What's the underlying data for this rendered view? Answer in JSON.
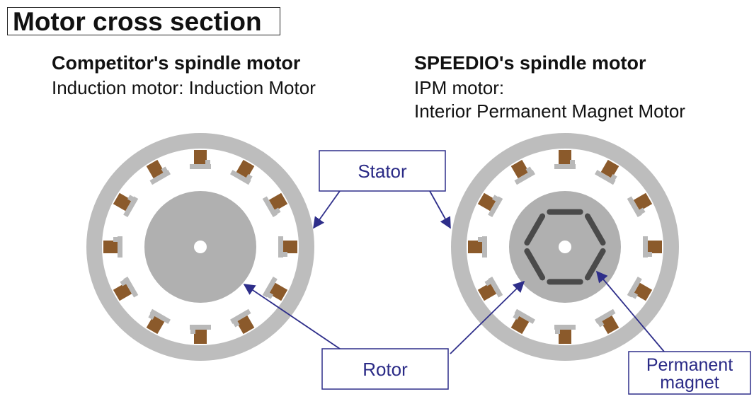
{
  "title": "Motor cross section",
  "left": {
    "heading": "Competitor's spindle motor",
    "line1": "Induction motor: Induction Motor"
  },
  "right": {
    "heading": "SPEEDIO's spindle motor",
    "line1": "IPM motor:",
    "line2": "Interior Permanent Magnet Motor"
  },
  "callouts": {
    "stator": "Stator",
    "rotor": "Rotor",
    "magnet_line1": "Permanent",
    "magnet_line2": "magnet"
  },
  "colors": {
    "ring": "#bdbdbd",
    "rotor": "#b0b0b0",
    "coil": "#8b5a2b",
    "slot": "#b9b9b9",
    "magnet": "#4a4a4a",
    "callout_line": "#2e2e8a"
  }
}
